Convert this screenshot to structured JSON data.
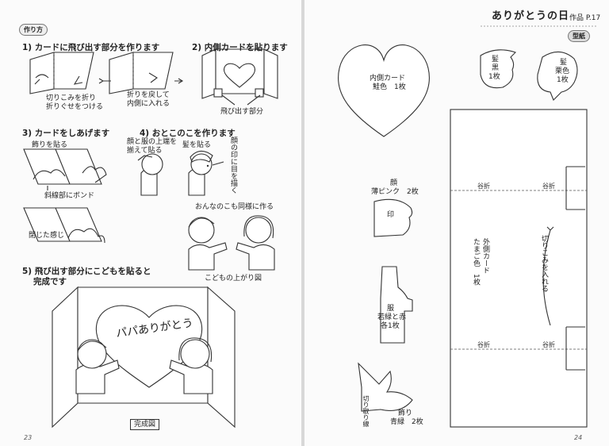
{
  "left": {
    "section_tag": "作り方",
    "steps": [
      {
        "title": "1) カードに飛び出す部分を作ります",
        "notes": [
          "切りこみを折り",
          "折りぐせをつける",
          "折りを戻して",
          "内側に入れる"
        ]
      },
      {
        "title": "2) 内側カードを貼ります",
        "notes": [
          "飛び出す部分"
        ]
      },
      {
        "title": "3) カードをしあげます",
        "notes": [
          "飾りを貼る",
          "斜線部にボンド",
          "閉じた感じ"
        ]
      },
      {
        "title": "4) おとこのこを作ります",
        "notes": [
          "顔と服の上端を",
          "揃えて貼る",
          "髪を貼る",
          "顔の印に目を描く",
          "おんなのこも同様に作る",
          "こどもの上がり図"
        ]
      },
      {
        "title": "5) 飛び出す部分にこどもを貼ると",
        "title2": "完成です",
        "notes": [
          "パパありがとう",
          "完成図"
        ]
      }
    ],
    "page_number": "23"
  },
  "right": {
    "header_title": "ありがとうの日",
    "header_ref": "作品 P.17",
    "section_tag": "型紙",
    "pieces": {
      "heart": [
        "内側カード",
        "鮭色　1枚"
      ],
      "hair_boy": [
        "髪",
        "黒",
        "1枚"
      ],
      "hair_girl": [
        "髪",
        "栗色",
        "1枚"
      ],
      "face": [
        "顔",
        "薄ピンク　2枚"
      ],
      "face_mark": "印",
      "clothes": [
        "服",
        "若緑と赤",
        "各1枚"
      ],
      "decor": [
        "飾り",
        "青緑　2枚"
      ],
      "decor_cut": "切り取り線",
      "outer_card": [
        "外側カード",
        "たまご色　1枚"
      ],
      "cut_in": "切りこみを入れる",
      "fold": "谷折"
    },
    "page_number": "24"
  }
}
